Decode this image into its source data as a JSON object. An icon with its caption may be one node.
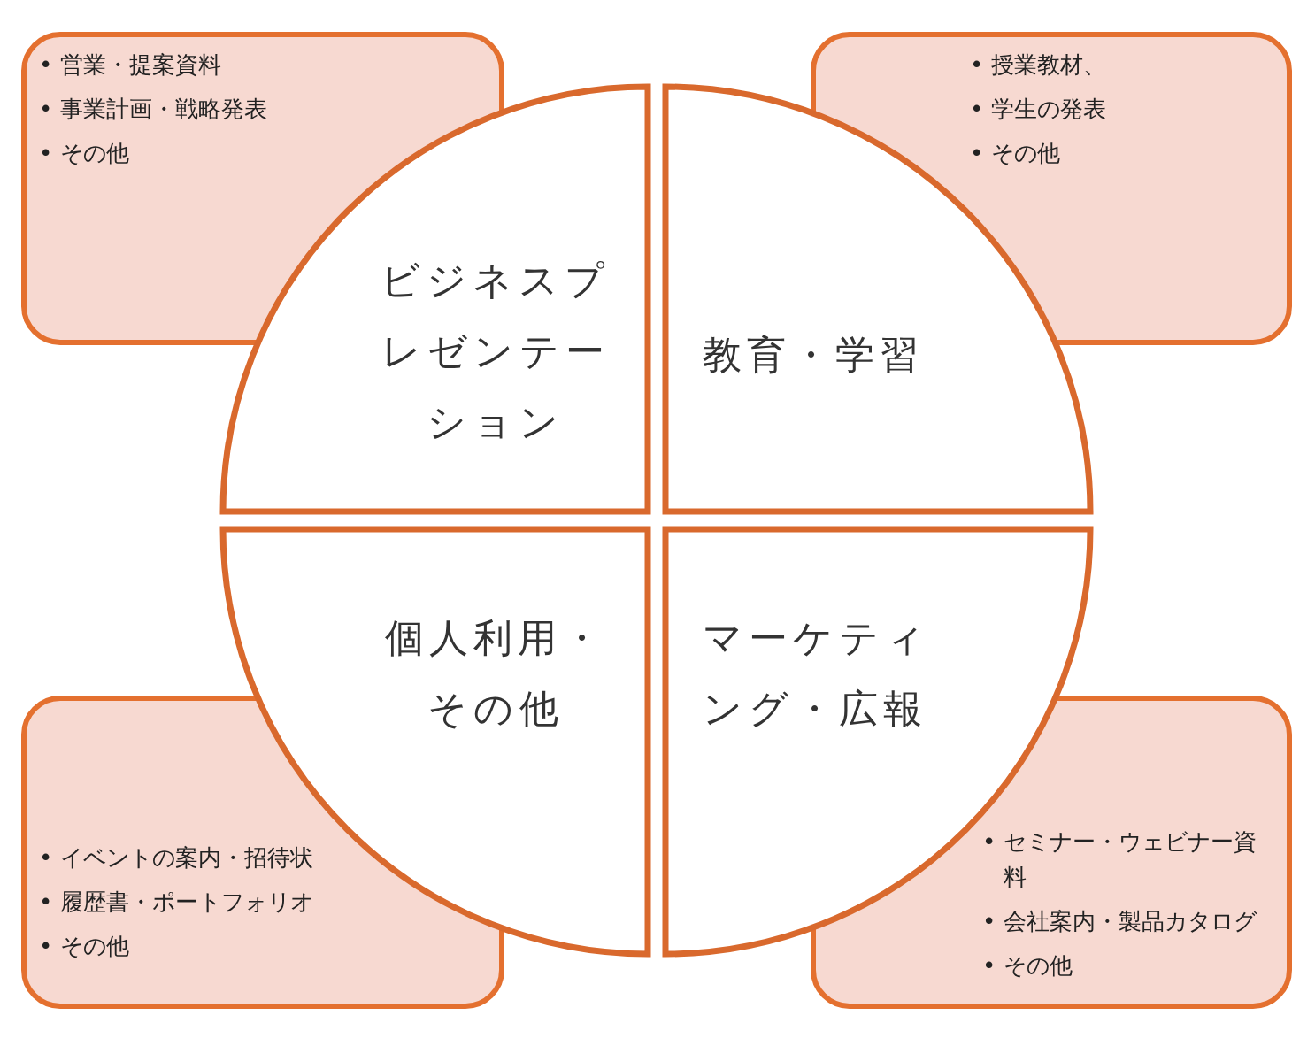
{
  "diagram": {
    "nodes": [
      {
        "text": [
          "• 営業・提案資料",
          "• 事業計画・戦略発表",
          "• その他"
        ]
      },
      {
        "text": [
          "• 授業教材、",
          "• 学生の発表",
          "• その他"
        ]
      },
      {
        "text": [
          "ビジネスプレゼンテーション"
        ]
      },
      {
        "text": [
          "教育・学習"
        ]
      },
      {
        "text": [
          "個人利用・その他"
        ]
      },
      {
        "text": [
          "マーケティング・広報"
        ]
      },
      {
        "text": [
          "• イベントの案内・招待状",
          "• 履歴書・ポートフォリオ",
          "• その他"
        ]
      },
      {
        "text": [
          "• セミナー・ウェビナー資料",
          "• 会社案内・製品カタログ",
          "• その他"
        ]
      }
    ]
  }
}
